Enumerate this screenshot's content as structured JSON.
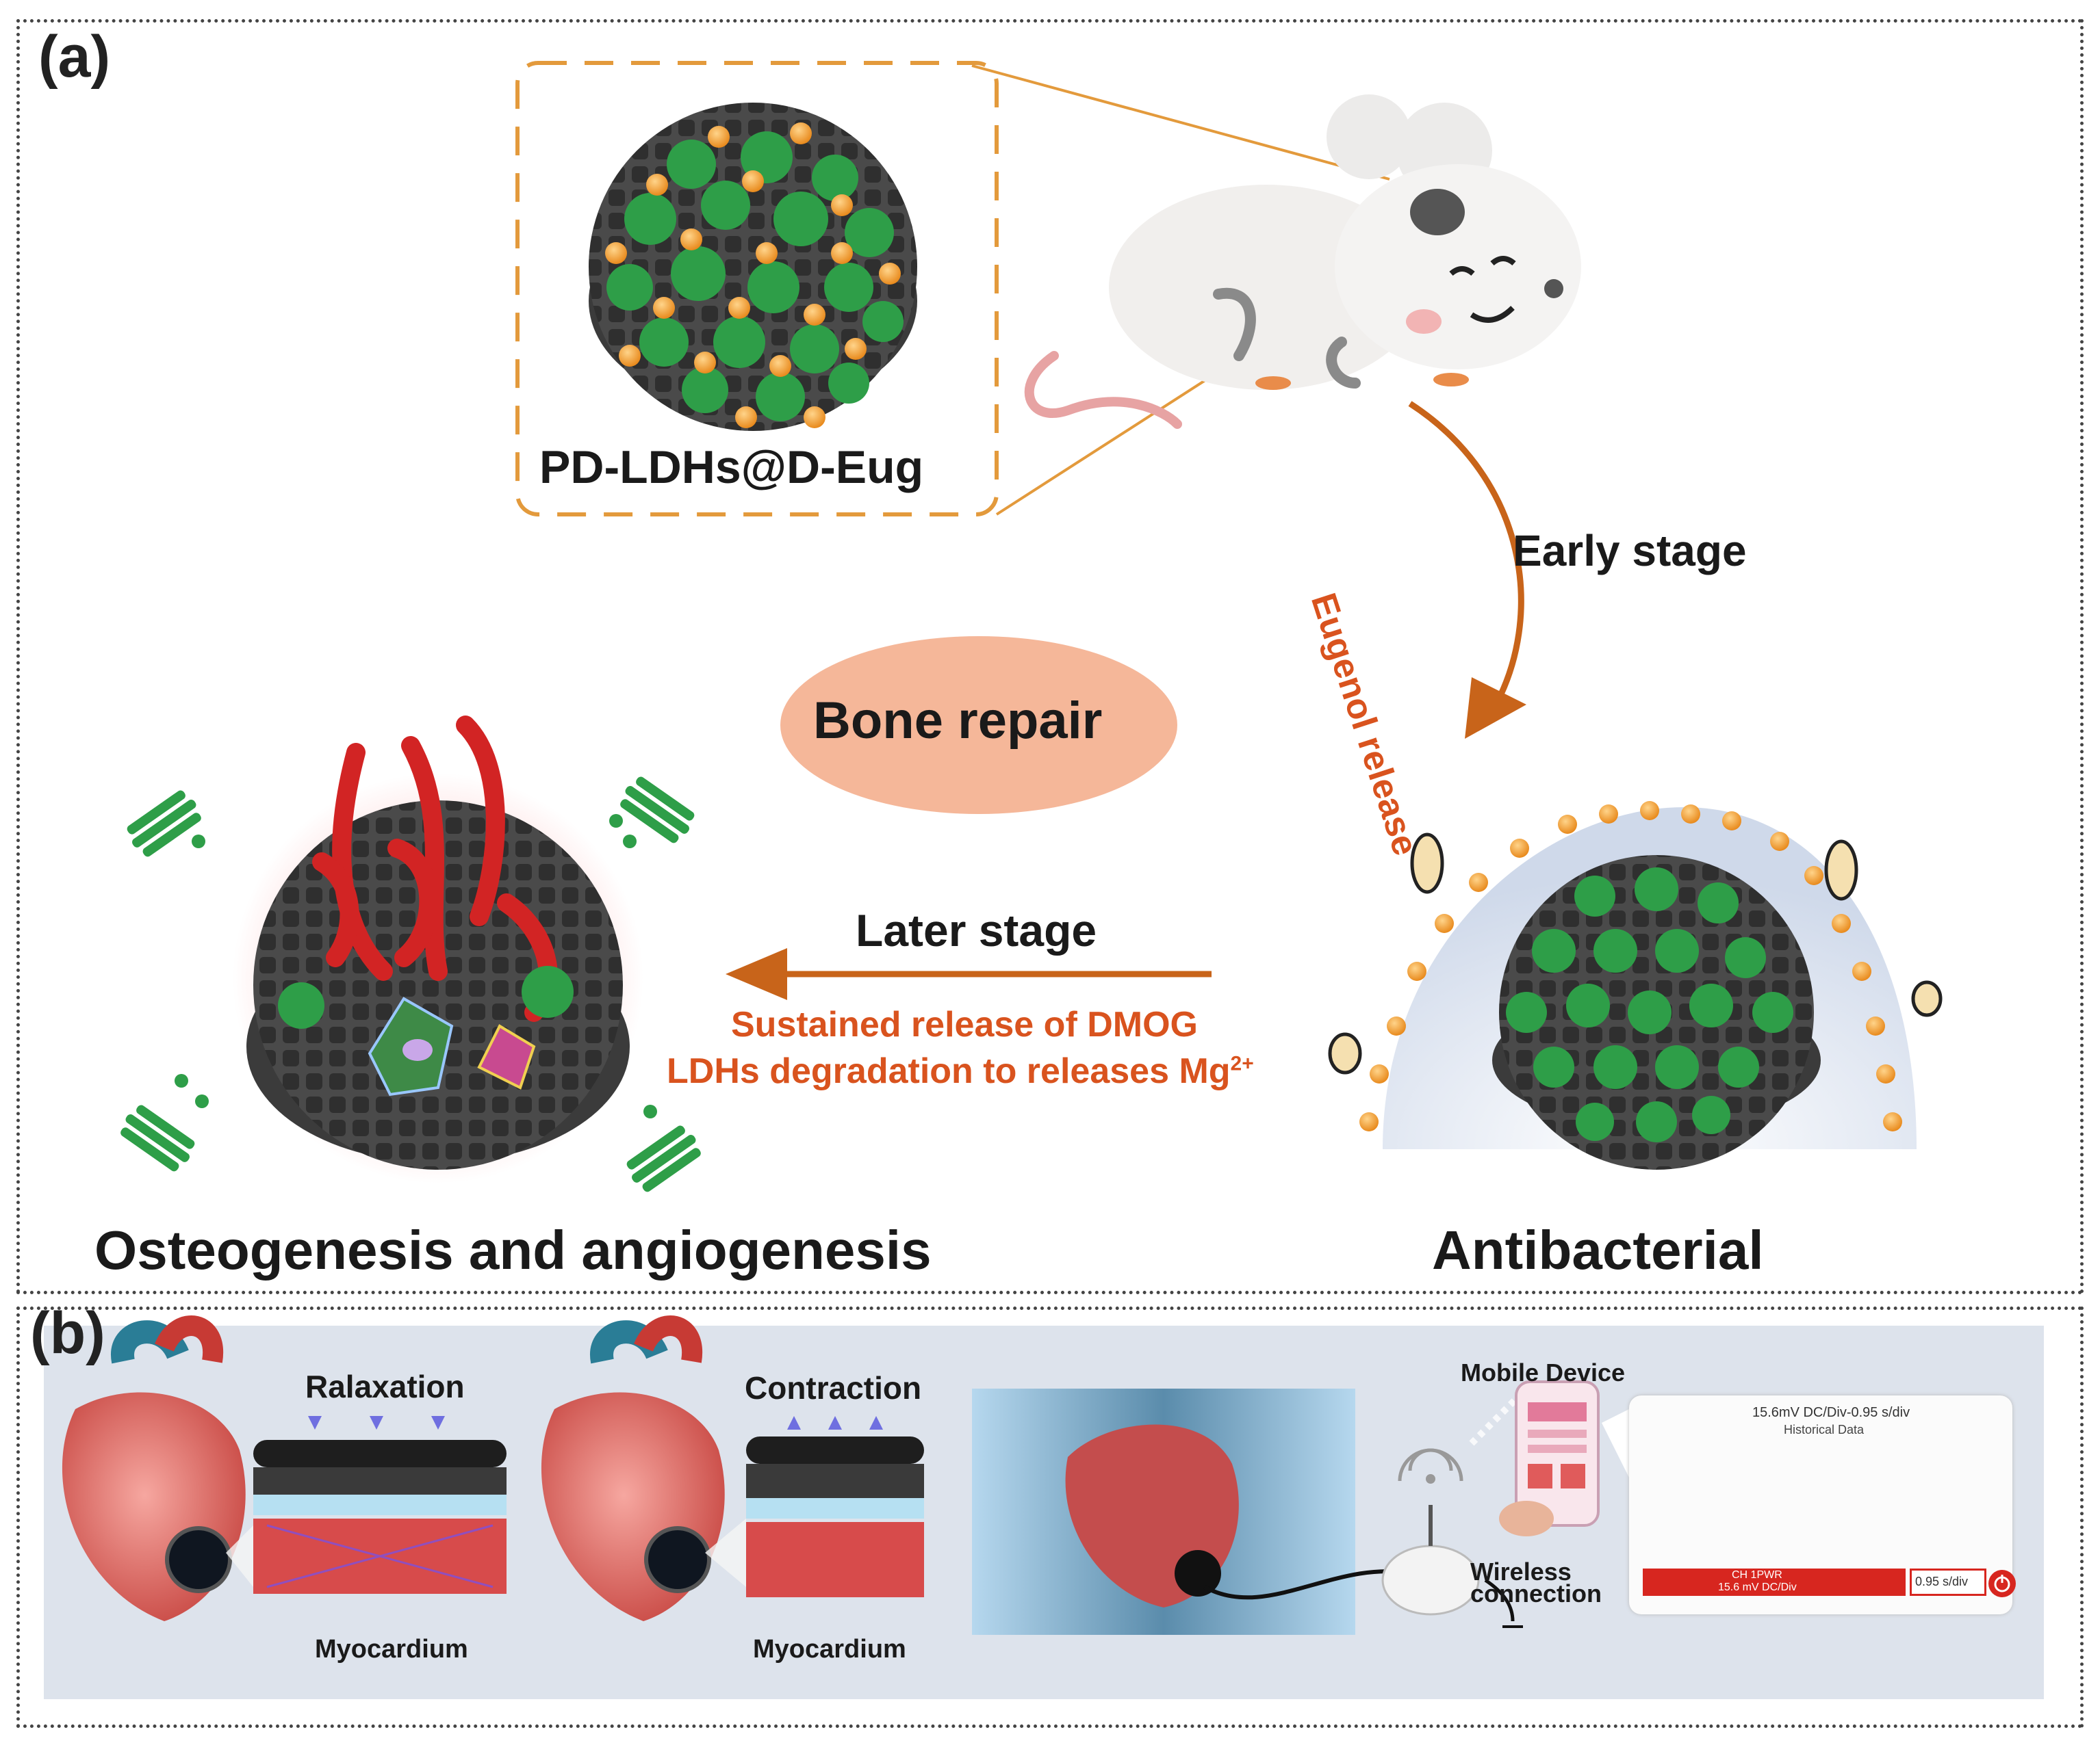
{
  "panel_a": {
    "label": "(a)",
    "material_label": "PD-LDHs@D-Eug",
    "eugenol_label": "Eugenol release",
    "early_stage": "Early stage",
    "center_label": "Bone repair",
    "later_stage": "Later stage",
    "release_line1": "Sustained release of DMOG",
    "release_line2_prefix": "LDHs degradation to releases Mg",
    "release_line2_sup": "2+",
    "left_caption": "Osteogenesis and angiogenesis",
    "right_caption": "Antibacterial"
  },
  "panel_b": {
    "label": "(b)",
    "relaxation": "Ralaxation",
    "contraction": "Contraction",
    "myocardium_1": "Myocardium",
    "myocardium_2": "Myocardium",
    "mobile_device": "Mobile Device",
    "wireless_line1": "Wireless",
    "wireless_line2": "connection",
    "scope_header1": "15.6mV DC/Div-0.95 s/div",
    "scope_header2": "Historical Data",
    "scope_bar1": "CH 1PWR",
    "scope_bar2": "15.6 mV DC/Div",
    "scope_value": "0.95 s/div"
  },
  "colors": {
    "accent_orange": "#d9531e",
    "arrow_orange": "#c8641a",
    "scaffold_green": "#2e9e48",
    "scaffold_gray": "#555555",
    "oval_fill": "#f5b799",
    "signal_red": "#d7261f"
  }
}
